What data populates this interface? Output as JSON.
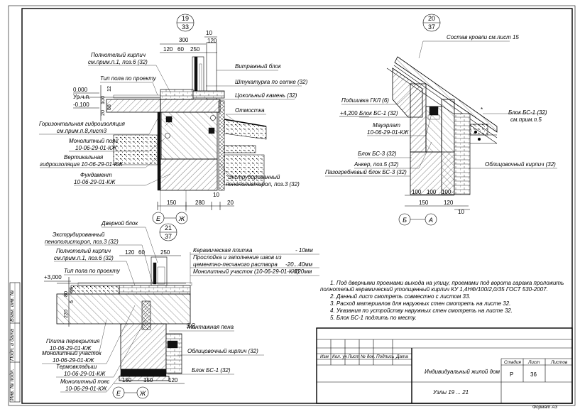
{
  "node19": {
    "num": "19",
    "sheet": "33",
    "dims_top": [
      "300",
      "120",
      "60",
      "250",
      "10",
      "120"
    ],
    "dims_bottom": [
      "150",
      "280",
      "10",
      "20"
    ],
    "levels": [
      "0,000",
      "Ур.ч.п.",
      "-0,100"
    ],
    "side_dims": [
      "12",
      "100",
      "88",
      "20"
    ],
    "labels": {
      "l1a": "Полнотелый кирпич",
      "l1b": "см.прим.п.1, поз.6 (32)",
      "l2": "Тип пола по проекту",
      "l3a": "Горизонтальная гидроизоляция",
      "l3b": "см.прим.п.8,лист3",
      "l4a": "Монолитный пояс",
      "l4b": "10-06-29-01-КЖ",
      "l5a": "Вертикальная",
      "l5b": "гидроизоляция 10-06-29-01-КЖ",
      "l6a": "Фундамент",
      "l6b": "10-06-29-01-КЖ",
      "r1": "Витражный блок",
      "r2": "Штукатурка по сетке (32)",
      "r3": "Цокольный камень (32)",
      "r4": "Отмостка",
      "r5a": "Экструдированный",
      "r5b": "пенополистирол, поз.3 (32)"
    },
    "axes": [
      "Е",
      "Ж"
    ]
  },
  "node20": {
    "num": "20",
    "sheet": "37",
    "roof": "Состав кровли см.лист 15",
    "level": "+4,200",
    "dims_bottom": [
      "100",
      "100",
      "100",
      "150",
      "120",
      "10"
    ],
    "labels": {
      "l1": "Подшивка ГКЛ (6)",
      "l2": "Блок БС-1 (32)",
      "l3a": "Мауэрлат",
      "l3b": "10-06-29-01-КЖ",
      "l4": "Блок БС-3 (32)",
      "l5": "Анкер, поз.5 (32)",
      "l6": "Пазогребневый блок БС-3 (32)",
      "r1a": "Блок БС-1 (32)",
      "r1b": "см.прим.п.5",
      "r2": "Облицовочный кирпич (32)"
    },
    "axes": [
      "Б",
      "А"
    ]
  },
  "node21": {
    "num": "21",
    "sheet": "37",
    "dims_top": [
      "120",
      "60",
      "250"
    ],
    "dims_bottom": [
      "150",
      "150",
      "120"
    ],
    "level": "+3,000",
    "side_dims": [
      "80",
      "55",
      "5",
      "220",
      "10",
      "20"
    ],
    "labels": {
      "l1": "Дверной блок",
      "l2a": "Экструдированный",
      "l2b": "пенополистирол, поз.3 (32)",
      "l3a": "Полнотелый кирпич",
      "l3b": "см.прим.п.1, поз.6 (32)",
      "l4": "Тип пола по проекту",
      "l5a": "Плита перекрытия",
      "l5b": "10-06-29-01-КЖ",
      "l6a": "Монолитный участок",
      "l6b": "10-06-29-01-КЖ",
      "l7a": "Термовкладыш",
      "l7b": "10-06-29-01-КЖ",
      "l8a": "Монолитный пояс",
      "l8b": "10-06-29-01-КЖ",
      "r1": "Монтажная пена",
      "r2": "Облицовочный кирпич (32)",
      "r3": "Блок БС-1 (32)"
    },
    "floor": {
      "rows": [
        {
          "name": "Керамическая плитка",
          "value": "- 10мм"
        },
        {
          "name": "Прослойка и заполнение швов из",
          "value": ""
        },
        {
          "name": "цементно-песчаного раствора",
          "value": "-20...40мм"
        },
        {
          "name": "Монолитный участок (10-06-29-01-КЖ)",
          "value": "- 220мм"
        }
      ]
    },
    "axes": [
      "Е",
      "Ж"
    ]
  },
  "notes": [
    "1. Под дверными проемами выхода на улицу, проемами под ворота гаража проложить",
    "полнотелый керамический утолщенный кирпич КУ 1,4НФ/100/2,0/35  ГОСТ 530-2007.",
    "2. Данный лист смотреть совместно с листом 33.",
    "3. Расход материалов для наружных стен смотреть на листе 32.",
    "4. Указания по устройству наружных стен смотреть на листе 32.",
    "5. Блок БС-1 подлить по месту."
  ],
  "stamp": {
    "headers": [
      "Изм",
      "Кол. уч",
      "Лист",
      "№ док.",
      "Подпись",
      "Дата"
    ],
    "project": "Индивидуальный жилой дом",
    "sheet_title": "Узлы 19 ... 21",
    "stage_h": "Стадия",
    "sheet_h": "Лист",
    "sheets_h": "Листов",
    "stage": "Р",
    "sheet_num": "36",
    "format": "Формат А3"
  },
  "side_strip": [
    "Инв. № подл.",
    "Подп. и дата",
    "Взам. инв. №"
  ]
}
